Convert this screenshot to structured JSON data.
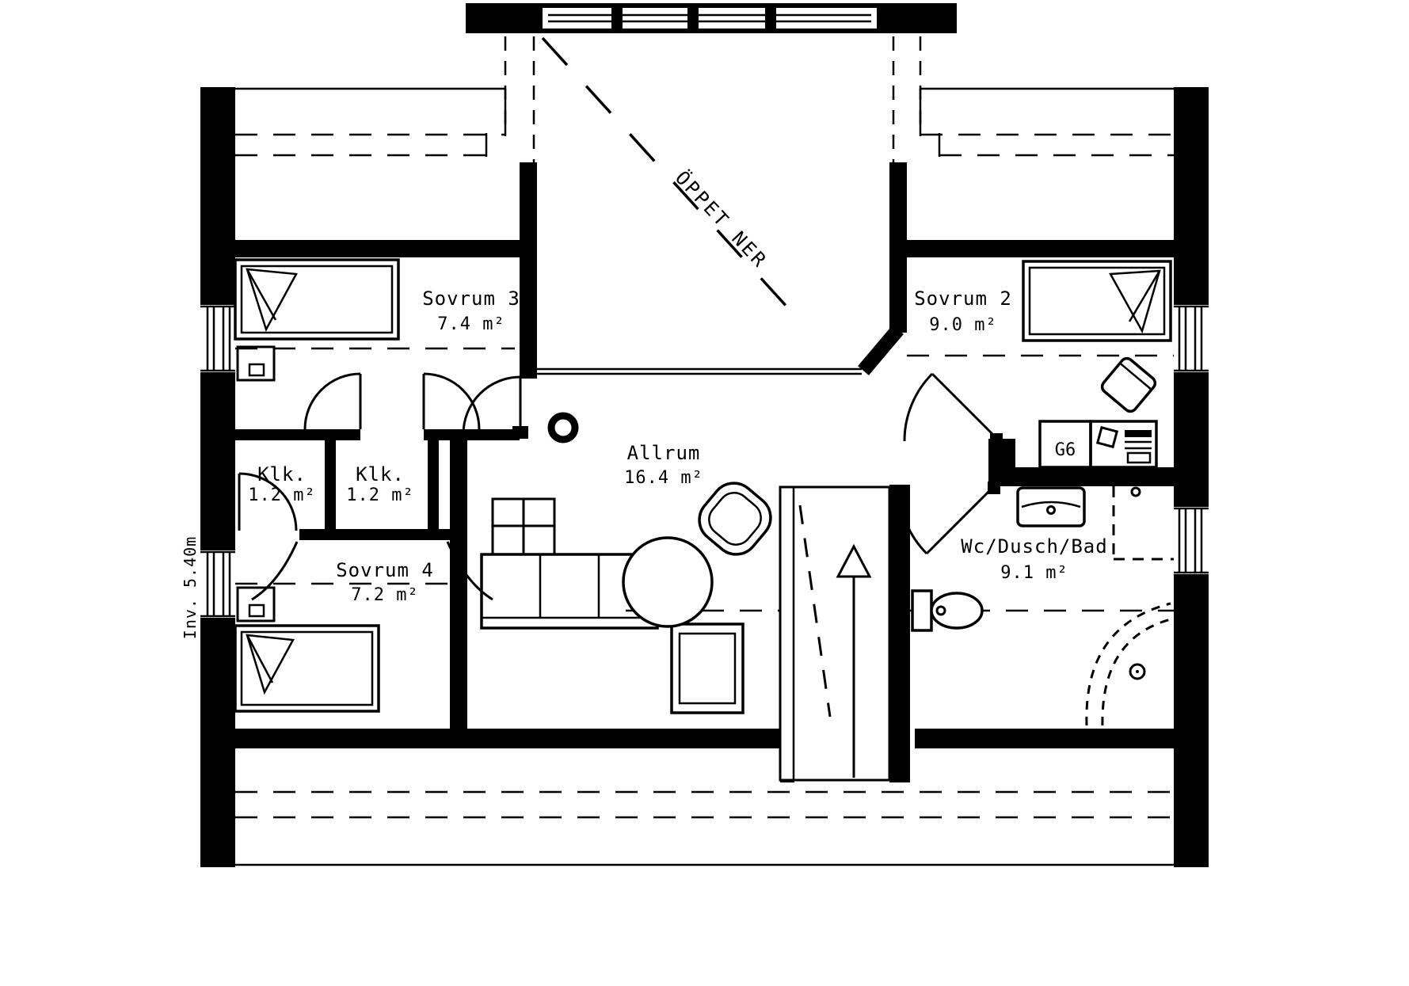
{
  "drawing": {
    "type": "floor-plan",
    "floor": "attic",
    "rooms": {
      "sovrum3": {
        "name": "Sovrum 3",
        "area": "7.4 m²"
      },
      "sovrum2": {
        "name": "Sovrum 2",
        "area": "9.0 m²"
      },
      "klk1": {
        "name": "Klk.",
        "area": "1.2 m²"
      },
      "klk2": {
        "name": "Klk.",
        "area": "1.2 m²"
      },
      "allrum": {
        "name": "Allrum",
        "area": "16.4 m²"
      },
      "sovrum4": {
        "name": "Sovrum 4",
        "area": "7.2 m²"
      },
      "wc": {
        "name": "Wc/Dusch/Bad",
        "area": "9.1 m²"
      }
    },
    "annotations": {
      "open_to_below": "ÖPPET NER",
      "interior_height": "Inv. 5.40m",
      "wardrobe_label": "G6"
    },
    "colors": {
      "line": "#000000",
      "background": "#ffffff"
    }
  }
}
